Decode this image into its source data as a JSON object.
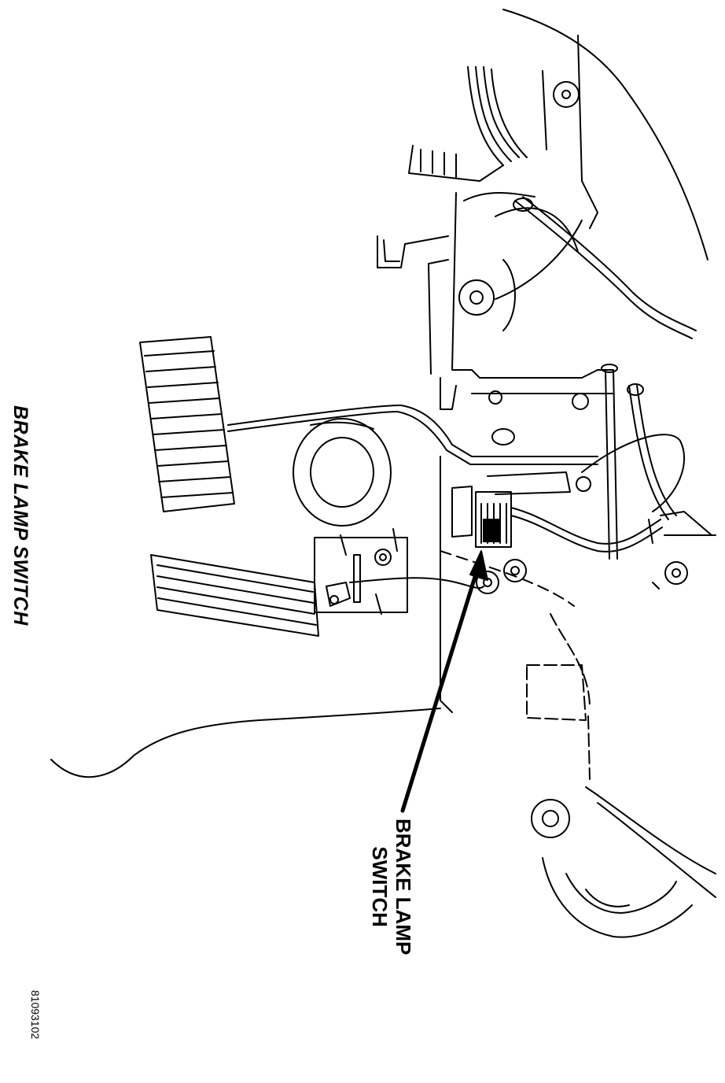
{
  "figure": {
    "title": "BRAKE LAMP SWITCH",
    "callout_line1": "BRAKE LAMP",
    "callout_line2": "SWITCH",
    "figure_id": "81093102"
  },
  "colors": {
    "ink": "#000000",
    "paper": "#ffffff"
  }
}
